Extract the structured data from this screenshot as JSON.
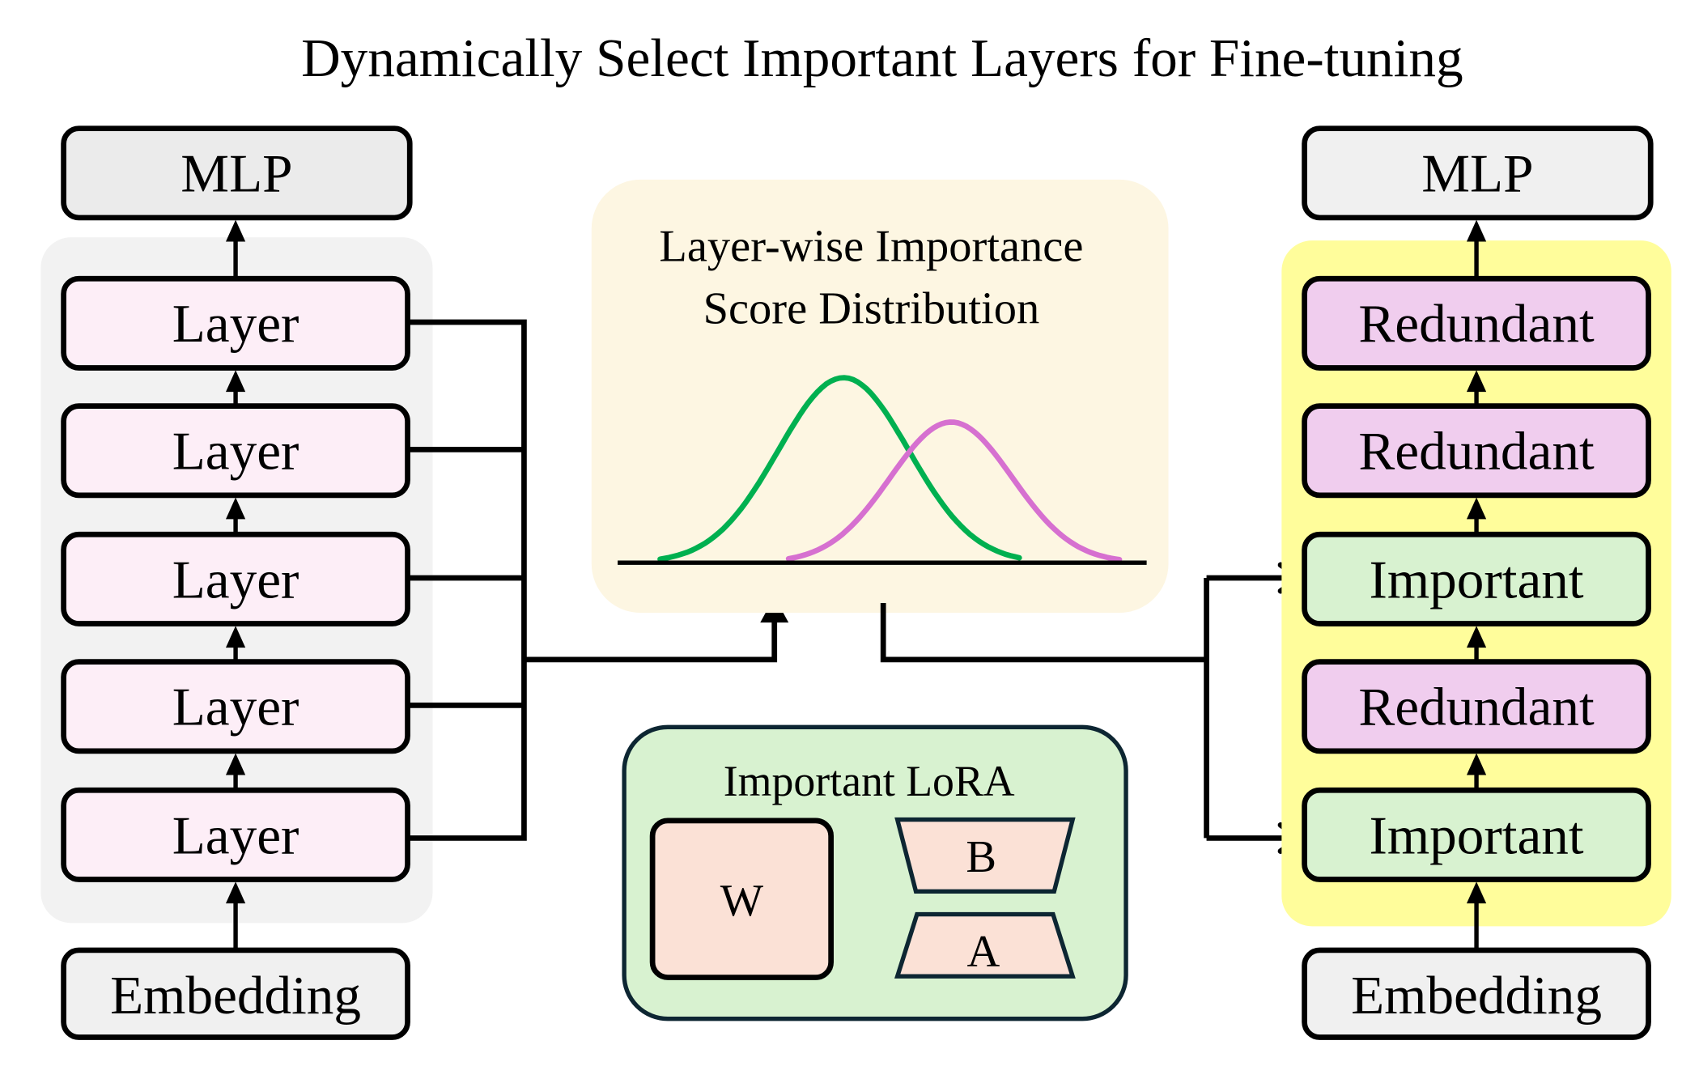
{
  "title": "Dynamically Select Important Layers for Fine-tuning",
  "colors": {
    "mlp_fill": "#ebebeb",
    "embedding_fill": "#f0f0f0",
    "left_group_bg": "#f2f2f2",
    "layer_fill": "#fdeef7",
    "right_group_bg": "#fffd9b",
    "redundant_fill": "#f0cdee",
    "important_fill": "#d8f2d0",
    "score_panel_bg": "#fdf6e2",
    "lora_panel_bg": "#d8f2d0",
    "lora_border": "#0d2632",
    "lora_block_fill": "#fbe1d6",
    "important_curve": "#00b050",
    "redundant_curve": "#d670d0"
  },
  "left_stack": {
    "top": "MLP",
    "layers": [
      "Layer",
      "Layer",
      "Layer",
      "Layer",
      "Layer"
    ],
    "bottom": "Embedding"
  },
  "right_stack": {
    "top": "MLP",
    "layers": [
      {
        "label": "Redundant",
        "kind": "redundant"
      },
      {
        "label": "Redundant",
        "kind": "redundant"
      },
      {
        "label": "Important",
        "kind": "important"
      },
      {
        "label": "Redundant",
        "kind": "redundant"
      },
      {
        "label": "Important",
        "kind": "important"
      }
    ],
    "bottom": "Embedding"
  },
  "score_panel": {
    "title_line1": "Layer-wise Importance",
    "title_line2": "Score Distribution",
    "curves": [
      {
        "name": "important",
        "relative_peak": 1.0,
        "peak_position": 0.41
      },
      {
        "name": "redundant",
        "relative_peak": 0.76,
        "peak_position": 0.63
      }
    ]
  },
  "lora_panel": {
    "title": "Important LoRA",
    "w_label": "W",
    "b_label": "B",
    "a_label": "A"
  }
}
